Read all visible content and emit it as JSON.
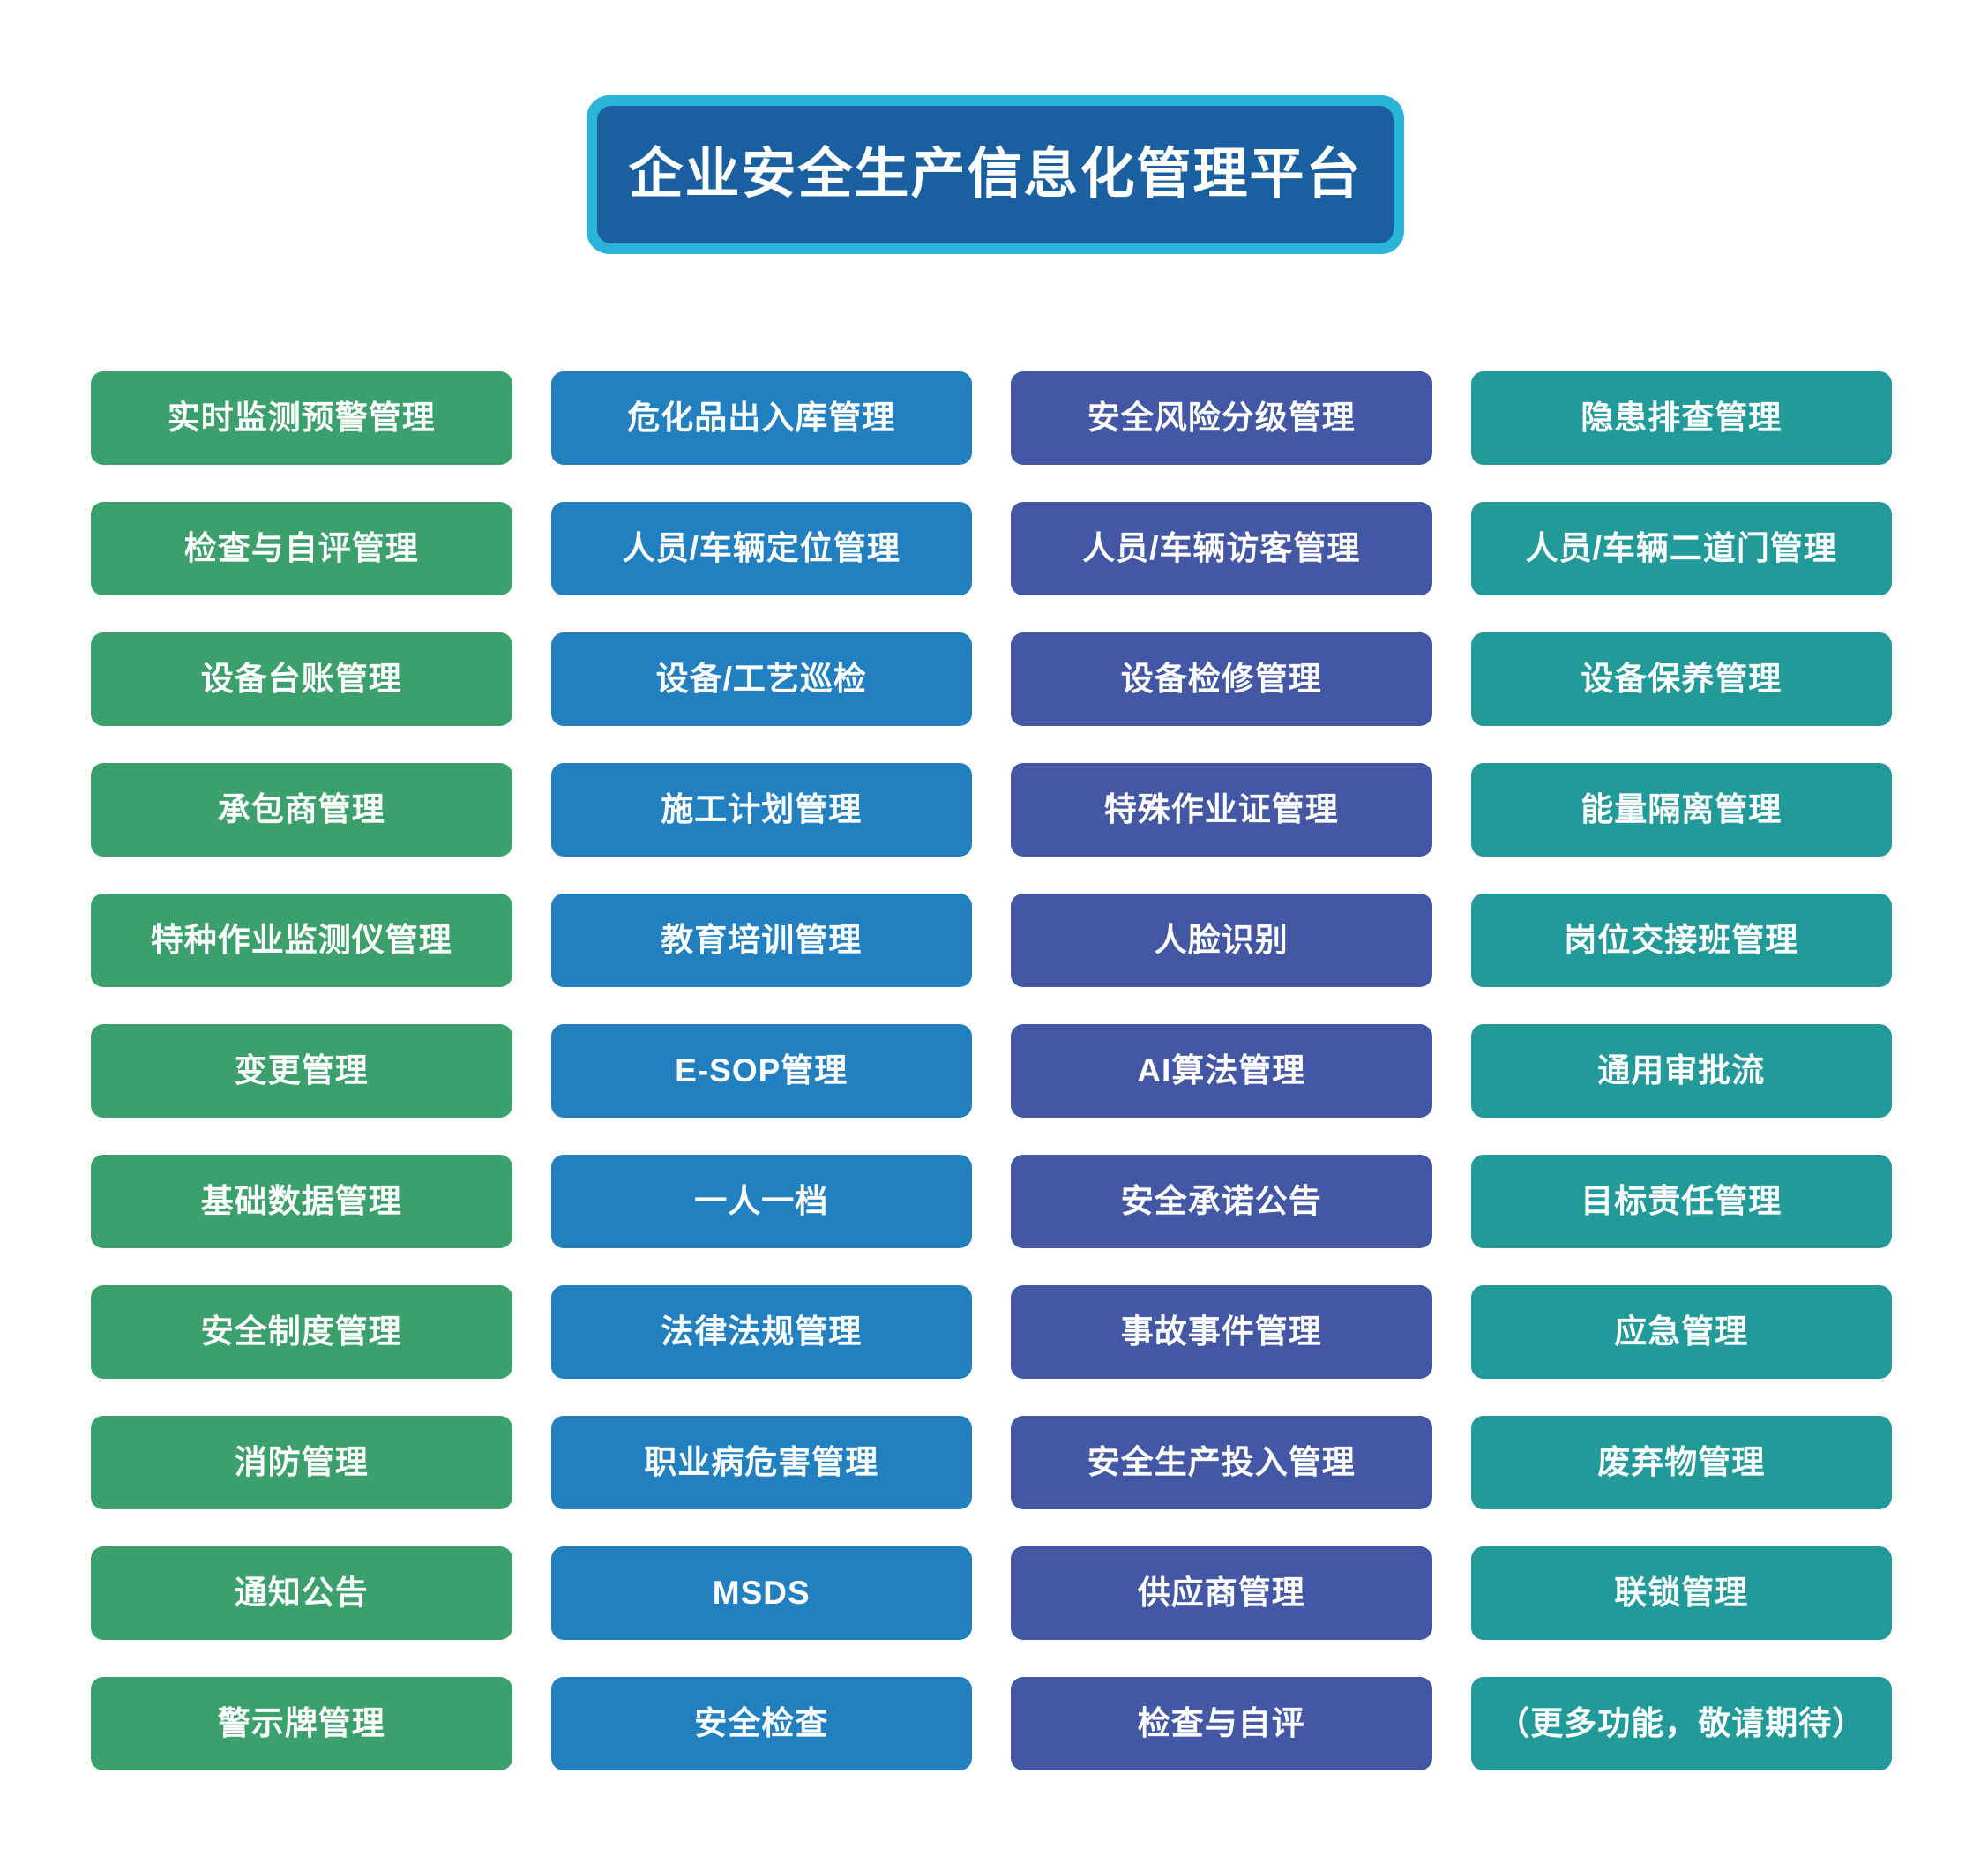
{
  "title": {
    "text": "企业安全生产信息化管理平台",
    "bg_color": "#1a5fa0",
    "border_color": "#2ab4d8",
    "text_color": "#ffffff"
  },
  "grid": {
    "columns": 4,
    "rows": 11,
    "column_colors": [
      "#3ba06c",
      "#2280c0",
      "#4457a4",
      "#229a99"
    ],
    "card_text_color": "#ffffff",
    "items": [
      {
        "label": "实时监测预警管理",
        "column": 0,
        "row": 0
      },
      {
        "label": "危化品出入库管理",
        "column": 1,
        "row": 0
      },
      {
        "label": "安全风险分级管理",
        "column": 2,
        "row": 0
      },
      {
        "label": "隐患排查管理",
        "column": 3,
        "row": 0
      },
      {
        "label": "检查与自评管理",
        "column": 0,
        "row": 1
      },
      {
        "label": "人员/车辆定位管理",
        "column": 1,
        "row": 1
      },
      {
        "label": "人员/车辆访客管理",
        "column": 2,
        "row": 1
      },
      {
        "label": "人员/车辆二道门管理",
        "column": 3,
        "row": 1
      },
      {
        "label": "设备台账管理",
        "column": 0,
        "row": 2
      },
      {
        "label": "设备/工艺巡检",
        "column": 1,
        "row": 2
      },
      {
        "label": "设备检修管理",
        "column": 2,
        "row": 2
      },
      {
        "label": "设备保养管理",
        "column": 3,
        "row": 2
      },
      {
        "label": "承包商管理",
        "column": 0,
        "row": 3
      },
      {
        "label": "施工计划管理",
        "column": 1,
        "row": 3
      },
      {
        "label": "特殊作业证管理",
        "column": 2,
        "row": 3
      },
      {
        "label": "能量隔离管理",
        "column": 3,
        "row": 3
      },
      {
        "label": "特种作业监测仪管理",
        "column": 0,
        "row": 4
      },
      {
        "label": "教育培训管理",
        "column": 1,
        "row": 4
      },
      {
        "label": "人脸识别",
        "column": 2,
        "row": 4
      },
      {
        "label": "岗位交接班管理",
        "column": 3,
        "row": 4
      },
      {
        "label": "变更管理",
        "column": 0,
        "row": 5
      },
      {
        "label": "E-SOP管理",
        "column": 1,
        "row": 5
      },
      {
        "label": "AI算法管理",
        "column": 2,
        "row": 5
      },
      {
        "label": "通用审批流",
        "column": 3,
        "row": 5
      },
      {
        "label": "基础数据管理",
        "column": 0,
        "row": 6
      },
      {
        "label": "一人一档",
        "column": 1,
        "row": 6
      },
      {
        "label": "安全承诺公告",
        "column": 2,
        "row": 6
      },
      {
        "label": "目标责任管理",
        "column": 3,
        "row": 6
      },
      {
        "label": "安全制度管理",
        "column": 0,
        "row": 7
      },
      {
        "label": "法律法规管理",
        "column": 1,
        "row": 7
      },
      {
        "label": "事故事件管理",
        "column": 2,
        "row": 7
      },
      {
        "label": "应急管理",
        "column": 3,
        "row": 7
      },
      {
        "label": "消防管理",
        "column": 0,
        "row": 8
      },
      {
        "label": "职业病危害管理",
        "column": 1,
        "row": 8
      },
      {
        "label": "安全生产投入管理",
        "column": 2,
        "row": 8
      },
      {
        "label": "废弃物管理",
        "column": 3,
        "row": 8
      },
      {
        "label": "通知公告",
        "column": 0,
        "row": 9
      },
      {
        "label": "MSDS",
        "column": 1,
        "row": 9
      },
      {
        "label": "供应商管理",
        "column": 2,
        "row": 9
      },
      {
        "label": "联锁管理",
        "column": 3,
        "row": 9
      },
      {
        "label": "警示牌管理",
        "column": 0,
        "row": 10
      },
      {
        "label": "安全检查",
        "column": 1,
        "row": 10
      },
      {
        "label": "检查与自评",
        "column": 2,
        "row": 10
      },
      {
        "label": "（更多功能，敬请期待）",
        "column": 3,
        "row": 10
      }
    ]
  }
}
